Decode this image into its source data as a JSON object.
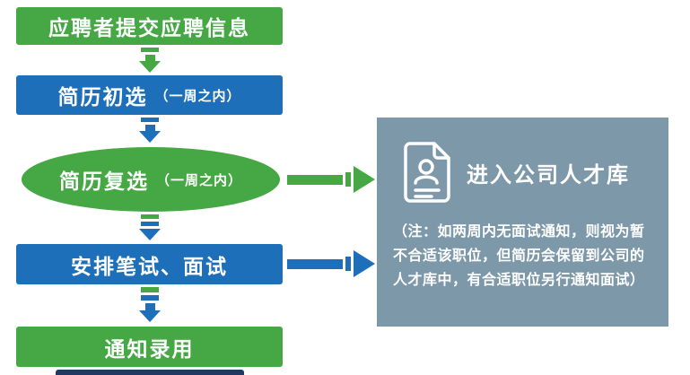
{
  "colors": {
    "green": "#45a845",
    "blue": "#1c6fb8",
    "panel": "#7d98a9",
    "navy": "#1f3864"
  },
  "flow": {
    "steps": [
      {
        "label": "应聘者提交应聘信息"
      },
      {
        "label": "简历初选",
        "sublabel": "（一周之内）"
      },
      {
        "label": "简历复选",
        "sublabel": "（一周之内）"
      },
      {
        "label": "安排笔试、面试"
      },
      {
        "label": "通知录用"
      }
    ]
  },
  "panel": {
    "title": "进入公司人才库",
    "note": "（注：如两周内无面试通知，则视为暂不合适该职位，但简历会保留到公司的人才库中，有合适职位另行通知面试）",
    "icon": "resume-document-icon"
  }
}
